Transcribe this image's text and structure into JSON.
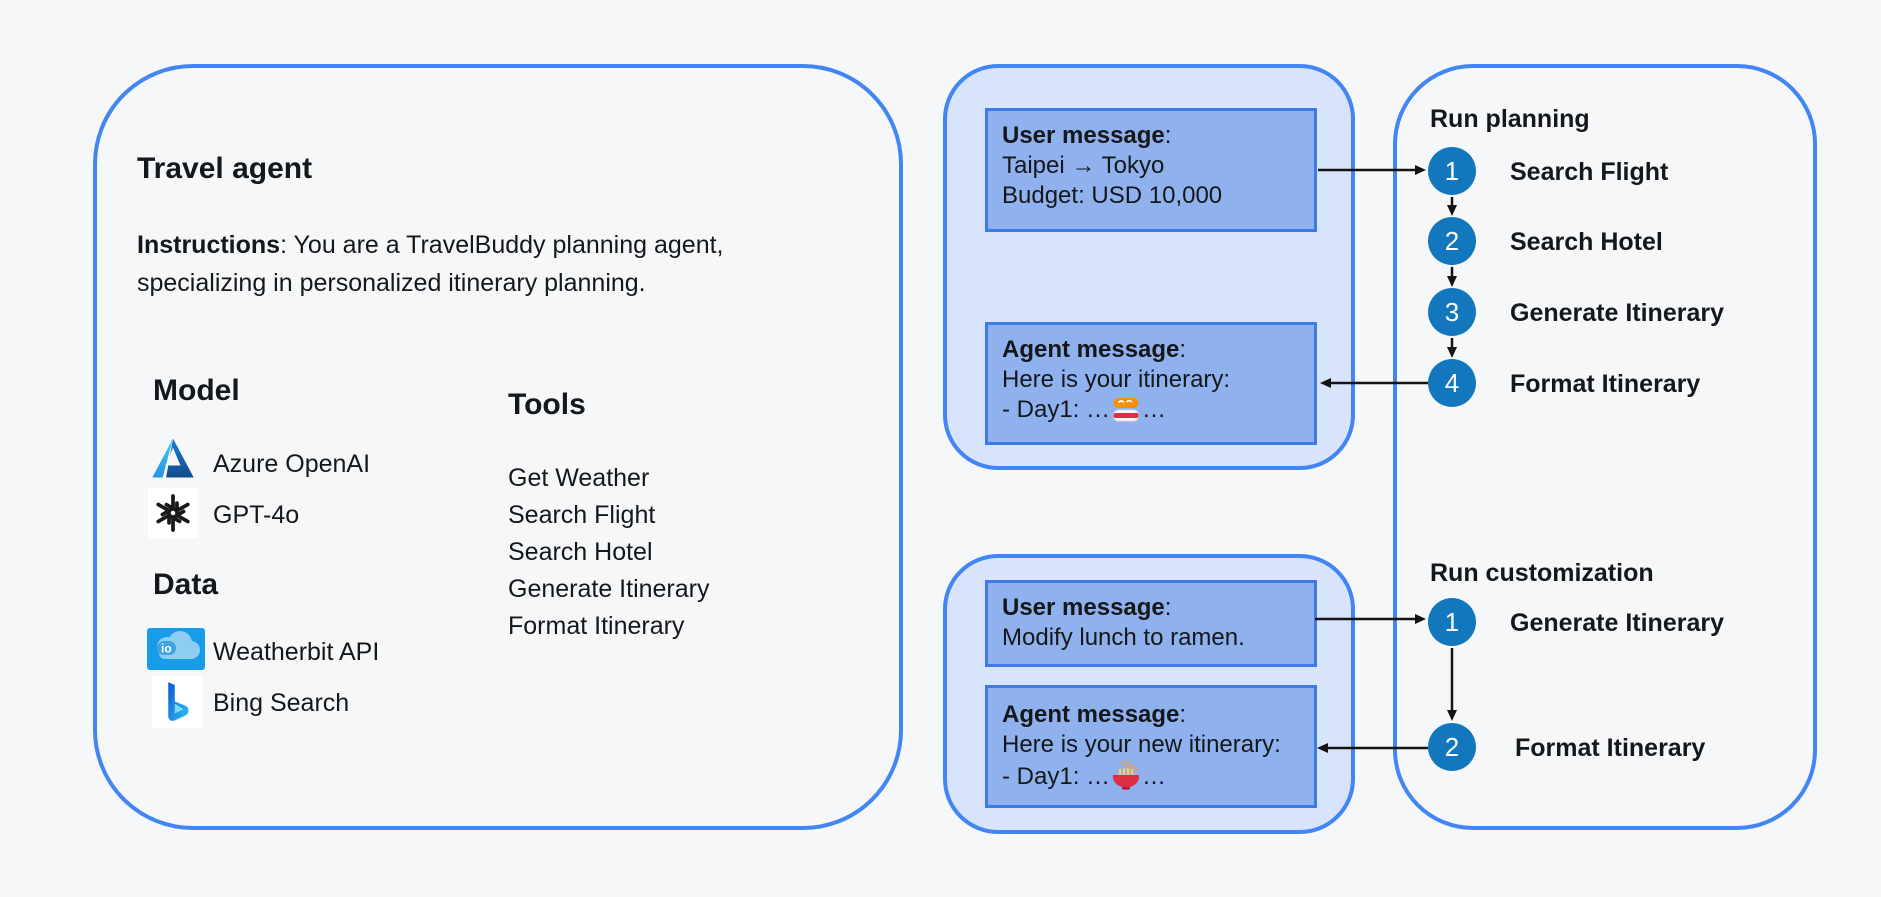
{
  "agent_card": {
    "title": "Travel agent",
    "instructions": {
      "label": "Instructions",
      "colon": ": ",
      "line1": "You are a TravelBuddy planning agent,",
      "line2": "specializing in personalized itinerary planning."
    },
    "model": {
      "heading": "Model",
      "items": [
        {
          "icon": "azure-icon",
          "label": "Azure OpenAI"
        },
        {
          "icon": "openai-icon",
          "label": "GPT-4o"
        }
      ]
    },
    "data": {
      "heading": "Data",
      "weatherbit_badge": "io",
      "items": [
        {
          "icon": "weatherbit-icon",
          "label": "Weatherbit API"
        },
        {
          "icon": "bing-icon",
          "label": "Bing Search"
        }
      ]
    },
    "tools": {
      "heading": "Tools",
      "items": [
        "Get Weather",
        "Search Flight",
        "Search Hotel",
        "Generate Itinerary",
        "Format Itinerary"
      ]
    }
  },
  "planning": {
    "title": "Run planning",
    "user_message": {
      "label": "User message",
      "colon": ":",
      "line1": "Taipei → Tokyo",
      "line2": "Budget: USD 10,000"
    },
    "agent_message": {
      "label": "Agent message",
      "colon": ":",
      "line1": "Here is your itinerary:",
      "day_prefix": "- Day1: …",
      "emoji": "sushi-icon",
      "day_suffix": "…"
    },
    "steps": [
      {
        "num": "1",
        "label": "Search Flight"
      },
      {
        "num": "2",
        "label": "Search Hotel"
      },
      {
        "num": "3",
        "label": "Generate Itinerary"
      },
      {
        "num": "4",
        "label": "Format Itinerary"
      }
    ]
  },
  "customization": {
    "title": "Run customization",
    "user_message": {
      "label": "User message",
      "colon": ":",
      "line1": "Modify lunch to ramen."
    },
    "agent_message": {
      "label": "Agent message",
      "colon": ":",
      "line1": "Here is your new itinerary:",
      "day_prefix": "- Day1: …",
      "emoji": "ramen-icon",
      "day_suffix": "…"
    },
    "steps": [
      {
        "num": "1",
        "label": "Generate Itinerary"
      },
      {
        "num": "2",
        "label": "Format Itinerary"
      }
    ]
  },
  "colors": {
    "panel_border": "#4285f4",
    "thread_panel_fill": "#d8e4fb",
    "message_fill": "#8fb1ee",
    "message_border": "#3c7be8",
    "step_circle": "#1377bd",
    "background": "#f6f7f8",
    "text": "#15181b"
  }
}
